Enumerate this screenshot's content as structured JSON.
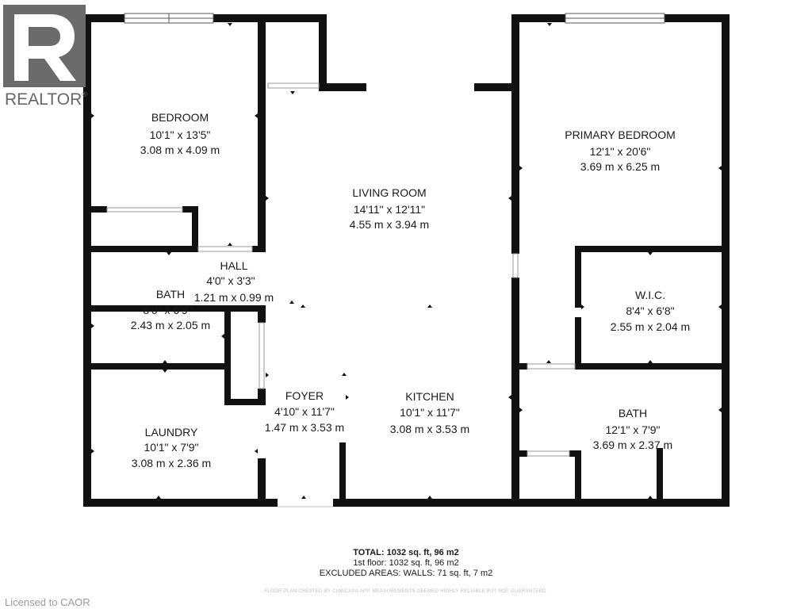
{
  "rooms": [
    {
      "name": "BEDROOM",
      "imperial": "10'1\" x 13'5\"",
      "metric": "3.08 m x 4.09 m"
    },
    {
      "name": "LIVING ROOM",
      "imperial": "14'11\" x 12'11\"",
      "metric": "4.55 m x 3.94 m"
    },
    {
      "name": "PRIMARY BEDROOM",
      "imperial": "12'1\" x 20'6\"",
      "metric": "3.69 m x 6.25 m"
    },
    {
      "name": "HALL",
      "imperial": "4'0\" x 3'3\"",
      "metric": "1.21 m x 0.99 m"
    },
    {
      "name": "BATH",
      "imperial": "8'0\" x 6'9\"",
      "metric": "2.43 m x 2.05 m"
    },
    {
      "name": "W.I.C.",
      "imperial": "8'4\" x 6'8\"",
      "metric": "2.55 m x 2.04 m"
    },
    {
      "name": "FOYER",
      "imperial": "4'10\" x 11'7\"",
      "metric": "1.47 m x 3.53 m"
    },
    {
      "name": "KITCHEN",
      "imperial": "10'1\" x 11'7\"",
      "metric": "3.08 m x 3.53 m"
    },
    {
      "name": "BATH",
      "imperial": "12'1\" x 7'9\"",
      "metric": "3.69 m x 2.37 m"
    },
    {
      "name": "LAUNDRY",
      "imperial": "10'1\" x 7'9\"",
      "metric": "3.08 m x 2.36 m"
    }
  ],
  "summary": {
    "total_label": "TOTAL:",
    "total_value": "1032 sq. ft, 96 m2",
    "floor": "1st floor: 1032 sq. ft, 96 m2",
    "excluded": "EXCLUDED AREAS: WALLS: 71 sq. ft, 7 m2"
  },
  "disclaimer": "FLOOR PLAN CREATED BY CUBICASA APP. MEASUREMENTS DEEMED HIGHLY RELIABLE BUT NOT GUARANTEED.",
  "footer": {
    "licensed": "Licensed to CAOR"
  },
  "logo": {
    "wordmark": "REALTOR",
    "mark": "®"
  },
  "colors": {
    "wall": "#111111",
    "background": "#ffffff",
    "text": "#1a1a1a",
    "logo": "#666666"
  }
}
